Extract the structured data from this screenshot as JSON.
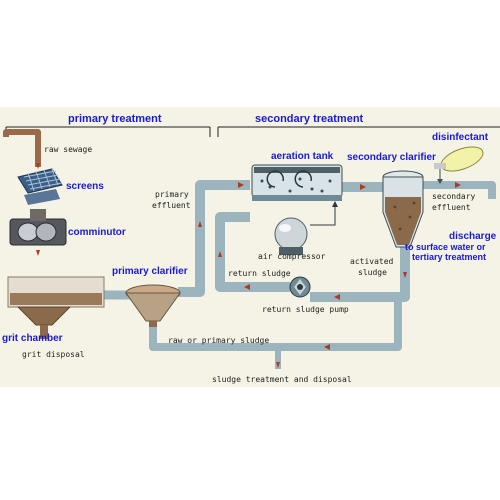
{
  "sections": {
    "primary": "primary treatment",
    "secondary": "secondary treatment"
  },
  "labels": {
    "raw_sewage": "raw sewage",
    "screens": "screens",
    "comminutor": "comminutor",
    "grit_chamber": "grit chamber",
    "grit_disposal": "grit disposal",
    "primary_clarifier": "primary clarifier",
    "primary_effluent_1": "primary",
    "primary_effluent_2": "effluent",
    "aeration_tank": "aeration tank",
    "air_compressor": "air compressor",
    "return_sludge": "return sludge",
    "return_sludge_pump": "return sludge pump",
    "activated_sludge_1": "activated",
    "activated_sludge_2": "sludge",
    "raw_or_primary_sludge": "raw or primary sludge",
    "sludge_treatment": "sludge treatment and disposal",
    "secondary_clarifier": "secondary clarifier",
    "secondary_effluent_1": "secondary",
    "secondary_effluent_2": "effluent",
    "disinfectant": "disinfectant",
    "discharge_1": "discharge",
    "discharge_2": "to surface water or",
    "discharge_3": "tertiary treatment"
  },
  "colors": {
    "background": "#f4f3e5",
    "pipe": "#9bb4bd",
    "pipe_dark": "#6d8a95",
    "label_blue": "#1a1ad6",
    "arrow": "#b23a1c",
    "sludge": "#8a6a4a"
  }
}
